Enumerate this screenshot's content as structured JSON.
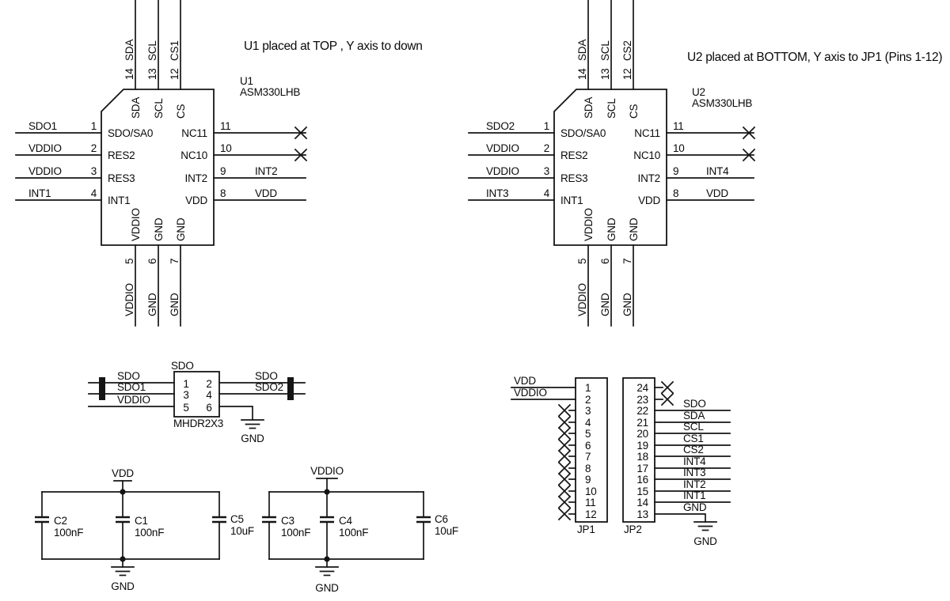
{
  "colors": {
    "ink": "#151515",
    "background": "#ffffff"
  },
  "title_notes": {
    "u1_note": "U1 placed at TOP , Y axis to down",
    "u2_note": "U2 placed at BOTTOM, Y axis to  JP1 (Pins 1-12)"
  },
  "u1": {
    "refdes": "U1",
    "part": "ASM330LHB",
    "top_pins": [
      {
        "num": "14",
        "name": "SDA",
        "net": "SDA"
      },
      {
        "num": "13",
        "name": "SCL",
        "net": "SCL"
      },
      {
        "num": "12",
        "name": "CS",
        "net": "CS1"
      }
    ],
    "left_pins": [
      {
        "num": "1",
        "name": "SDO/SA0",
        "net": "SDO1"
      },
      {
        "num": "2",
        "name": "RES2",
        "net": "VDDIO"
      },
      {
        "num": "3",
        "name": "RES3",
        "net": "VDDIO"
      },
      {
        "num": "4",
        "name": "INT1",
        "net": "INT1"
      }
    ],
    "right_pins": [
      {
        "num": "11",
        "name": "NC11",
        "net": ""
      },
      {
        "num": "10",
        "name": "NC10",
        "net": ""
      },
      {
        "num": "9",
        "name": "INT2",
        "net": "INT2"
      },
      {
        "num": "8",
        "name": "VDD",
        "net": "VDD"
      }
    ],
    "bottom_pins": [
      {
        "num": "5",
        "name": "VDDIO",
        "net": "VDDIO"
      },
      {
        "num": "6",
        "name": "GND",
        "net": "GND"
      },
      {
        "num": "7",
        "name": "GND",
        "net": "GND"
      }
    ]
  },
  "u2": {
    "refdes": "U2",
    "part": "ASM330LHB",
    "top_pins": [
      {
        "num": "14",
        "name": "SDA",
        "net": "SDA"
      },
      {
        "num": "13",
        "name": "SCL",
        "net": "SCL"
      },
      {
        "num": "12",
        "name": "CS",
        "net": "CS2"
      }
    ],
    "left_pins": [
      {
        "num": "1",
        "name": "SDO/SA0",
        "net": "SDO2"
      },
      {
        "num": "2",
        "name": "RES2",
        "net": "VDDIO"
      },
      {
        "num": "3",
        "name": "RES3",
        "net": "VDDIO"
      },
      {
        "num": "4",
        "name": "INT1",
        "net": "INT3"
      }
    ],
    "right_pins": [
      {
        "num": "11",
        "name": "NC11",
        "net": ""
      },
      {
        "num": "10",
        "name": "NC10",
        "net": ""
      },
      {
        "num": "9",
        "name": "INT2",
        "net": "INT4"
      },
      {
        "num": "8",
        "name": "VDD",
        "net": "VDD"
      }
    ],
    "bottom_pins": [
      {
        "num": "5",
        "name": "VDDIO",
        "net": "VDDIO"
      },
      {
        "num": "6",
        "name": "GND",
        "net": "GND"
      },
      {
        "num": "7",
        "name": "GND",
        "net": "GND"
      }
    ]
  },
  "sdo_header": {
    "refdes": "MHDR2X3",
    "top_net": "SDO",
    "pin_numbers": [
      "1",
      "2",
      "3",
      "4",
      "5",
      "6"
    ],
    "left_nets": [
      "SDO",
      "SDO1",
      "VDDIO"
    ],
    "right_nets": [
      "SDO",
      "SDO2"
    ],
    "gnd_label": "GND"
  },
  "cap_bank_vdd": {
    "power_net": "VDD",
    "gnd_label": "GND",
    "caps": [
      {
        "ref": "C2",
        "value": "100nF"
      },
      {
        "ref": "C1",
        "value": "100nF"
      },
      {
        "ref": "C5",
        "value": "10uF"
      }
    ]
  },
  "cap_bank_vddio": {
    "power_net": "VDDIO",
    "gnd_label": "GND",
    "caps": [
      {
        "ref": "C3",
        "value": "100nF"
      },
      {
        "ref": "C4",
        "value": "100nF"
      },
      {
        "ref": "C6",
        "value": "10uF"
      }
    ]
  },
  "jp1": {
    "refdes": "JP1",
    "pin_numbers": [
      "1",
      "2",
      "3",
      "4",
      "5",
      "6",
      "7",
      "8",
      "9",
      "10",
      "11",
      "12"
    ],
    "net_pin1": "VDD",
    "net_pin2": "VDDIO"
  },
  "jp2": {
    "refdes": "JP2",
    "pin_numbers": [
      "24",
      "23",
      "22",
      "21",
      "20",
      "19",
      "18",
      "17",
      "16",
      "15",
      "14",
      "13"
    ],
    "right_nets": [
      "SDO",
      "SDA",
      "SCL",
      "CS1",
      "CS2",
      "INT4",
      "INT3",
      "INT2",
      "INT1",
      "GND"
    ],
    "gnd_label": "GND"
  }
}
